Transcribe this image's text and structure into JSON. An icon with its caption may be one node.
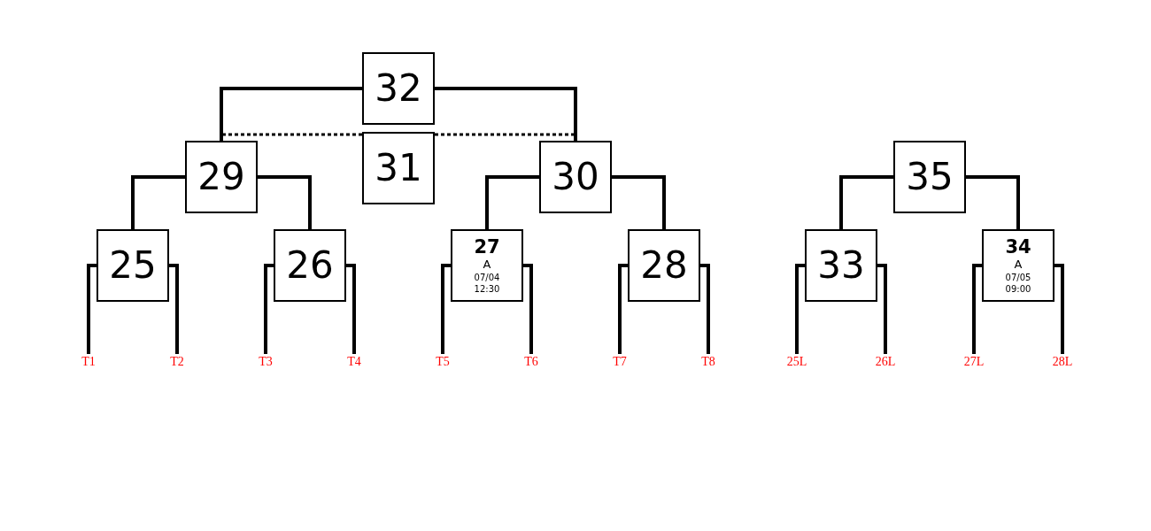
{
  "diagram": {
    "nodes": [
      {
        "text": [
          "32"
        ]
      },
      {
        "text": [
          "29"
        ]
      },
      {
        "text": [
          "31"
        ]
      },
      {
        "text": [
          "30"
        ]
      },
      {
        "text": [
          "35"
        ]
      },
      {
        "text": [
          "25"
        ]
      },
      {
        "text": [
          "26"
        ]
      },
      {
        "text": [
          "27",
          "A",
          "07/04",
          "12:30"
        ]
      },
      {
        "text": [
          "28"
        ]
      },
      {
        "text": [
          "33"
        ]
      },
      {
        "text": [
          "34",
          "A",
          "07/05",
          "09:00"
        ]
      },
      {
        "text": [
          "T1"
        ]
      },
      {
        "text": [
          "T2"
        ]
      },
      {
        "text": [
          "T3"
        ]
      },
      {
        "text": [
          "T4"
        ]
      },
      {
        "text": [
          "T5"
        ]
      },
      {
        "text": [
          "T6"
        ]
      },
      {
        "text": [
          "T7"
        ]
      },
      {
        "text": [
          "T8"
        ]
      },
      {
        "text": [
          "25L"
        ]
      },
      {
        "text": [
          "26L"
        ]
      },
      {
        "text": [
          "27L"
        ]
      },
      {
        "text": [
          "28L"
        ]
      }
    ],
    "edges": [
      {
        "from": 0,
        "to": 1,
        "arrow": "none"
      },
      {
        "from": 0,
        "to": 3,
        "arrow": "none"
      },
      {
        "from": 2,
        "to": 1,
        "arrow": "none",
        "style": "dashed"
      },
      {
        "from": 2,
        "to": 3,
        "arrow": "none",
        "style": "dashed"
      },
      {
        "from": 1,
        "to": 5,
        "arrow": "none"
      },
      {
        "from": 1,
        "to": 6,
        "arrow": "none"
      },
      {
        "from": 3,
        "to": 7,
        "arrow": "none"
      },
      {
        "from": 3,
        "to": 8,
        "arrow": "none"
      },
      {
        "from": 4,
        "to": 9,
        "arrow": "none"
      },
      {
        "from": 4,
        "to": 10,
        "arrow": "none"
      },
      {
        "from": 5,
        "to": 11,
        "arrow": "none"
      },
      {
        "from": 5,
        "to": 12,
        "arrow": "none"
      },
      {
        "from": 6,
        "to": 13,
        "arrow": "none"
      },
      {
        "from": 6,
        "to": 14,
        "arrow": "none"
      },
      {
        "from": 7,
        "to": 15,
        "arrow": "none"
      },
      {
        "from": 7,
        "to": 16,
        "arrow": "none"
      },
      {
        "from": 8,
        "to": 17,
        "arrow": "none"
      },
      {
        "from": 8,
        "to": 18,
        "arrow": "none"
      },
      {
        "from": 9,
        "to": 19,
        "arrow": "none"
      },
      {
        "from": 9,
        "to": 20,
        "arrow": "none"
      },
      {
        "from": 10,
        "to": 21,
        "arrow": "none"
      },
      {
        "from": 10,
        "to": 22,
        "arrow": "none"
      }
    ]
  }
}
